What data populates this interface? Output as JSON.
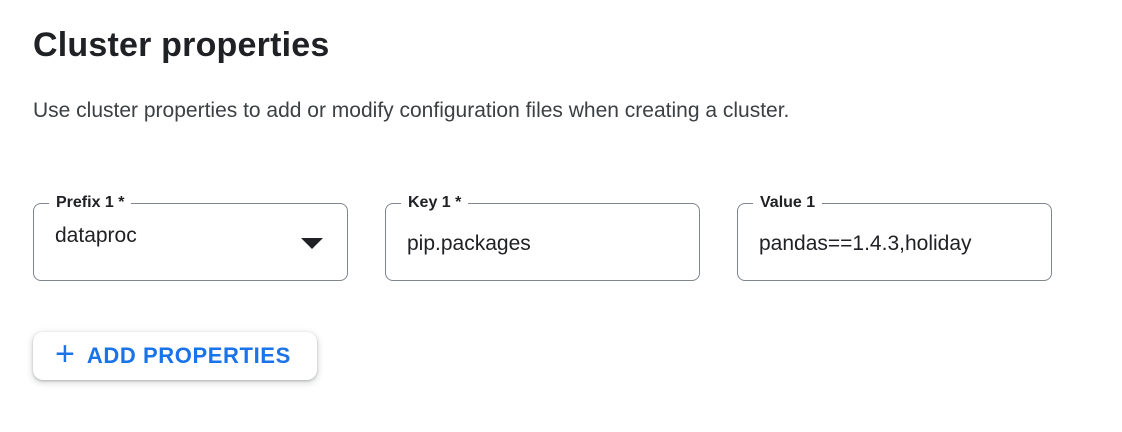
{
  "page": {
    "title": "Cluster properties",
    "description": "Use cluster properties to add or modify configuration files when creating a cluster."
  },
  "fields": {
    "prefix": {
      "label": "Prefix 1 *",
      "value": "dataproc",
      "icon": "dropdown-arrow-icon",
      "type": "select"
    },
    "key": {
      "label": "Key 1 *",
      "value": "pip.packages",
      "type": "text"
    },
    "value": {
      "label": "Value 1",
      "value": "pandas==1.4.3,holiday",
      "type": "text",
      "note": "text clipped at right edge of field"
    }
  },
  "buttons": {
    "add_properties": {
      "label": "ADD PROPERTIES",
      "plus_glyph": "+",
      "icon": "plus-icon"
    }
  },
  "colors": {
    "accent_blue": "#1a73e8",
    "field_border_gray": "#80868b",
    "text_primary": "#202124",
    "text_secondary": "#3c4043",
    "background": "#ffffff"
  }
}
